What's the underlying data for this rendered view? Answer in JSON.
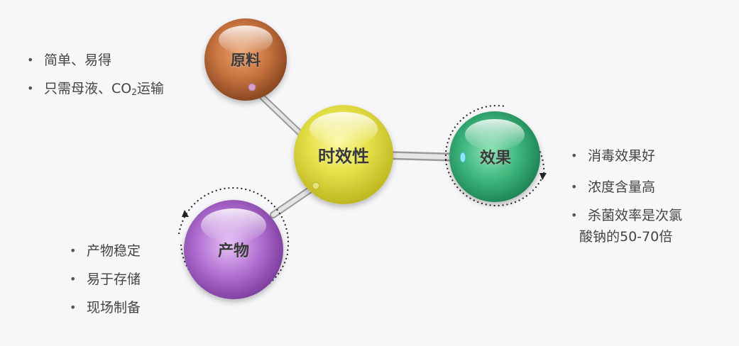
{
  "colors": {
    "center": "#e3df3a",
    "raw": "#c2703f",
    "effect": "#3fb67d",
    "product": "#a868c8",
    "connector": "#cfcfcf"
  },
  "nodes": {
    "center": {
      "label": "时效性"
    },
    "raw": {
      "label": "原料"
    },
    "effect": {
      "label": "效果"
    },
    "product": {
      "label": "产物"
    }
  },
  "raw_points": {
    "item1": "简单、易得",
    "item2_pre": "只需母液、CO",
    "item2_sub": "2",
    "item2_post": "运输"
  },
  "effect_points": {
    "item1": "消毒效果好",
    "item2": "浓度含量高",
    "item3_line1": "杀菌效率是次氯",
    "item3_line2": "酸钠的50-70倍"
  },
  "product_points": {
    "item1": "产物稳定",
    "item2": "易于存储",
    "item3": "现场制备"
  }
}
